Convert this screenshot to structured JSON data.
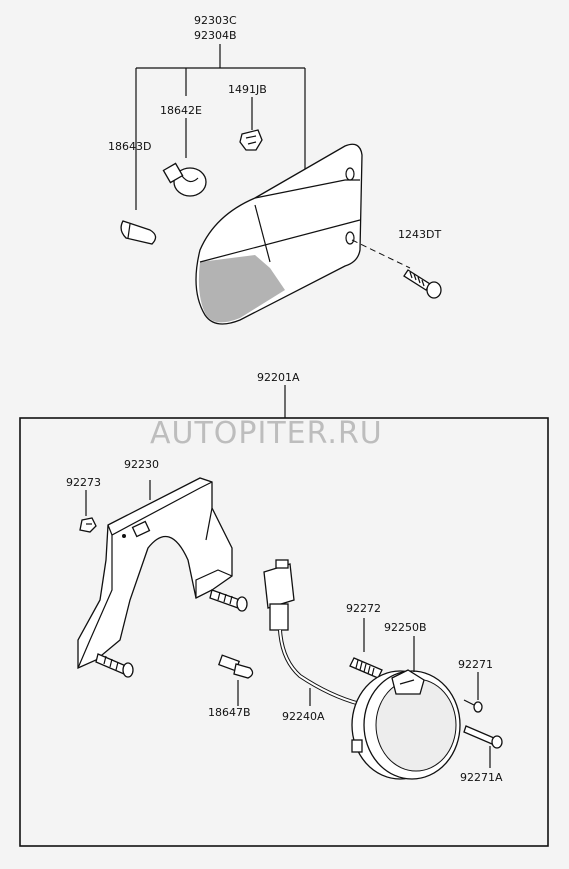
{
  "watermark": "AUTOPITER.RU",
  "labels": {
    "p92303C": "92303C",
    "p92304B": "92304B",
    "p1491JB": "1491JB",
    "p18642E": "18642E",
    "p18643D": "18643D",
    "p1243DT": "1243DT",
    "p92201A": "92201A",
    "p92230": "92230",
    "p92273": "92273",
    "p92272": "92272",
    "p92250B": "92250B",
    "p92271": "92271",
    "p92271A": "92271A",
    "p18647B": "18647B",
    "p92240A": "92240A"
  }
}
